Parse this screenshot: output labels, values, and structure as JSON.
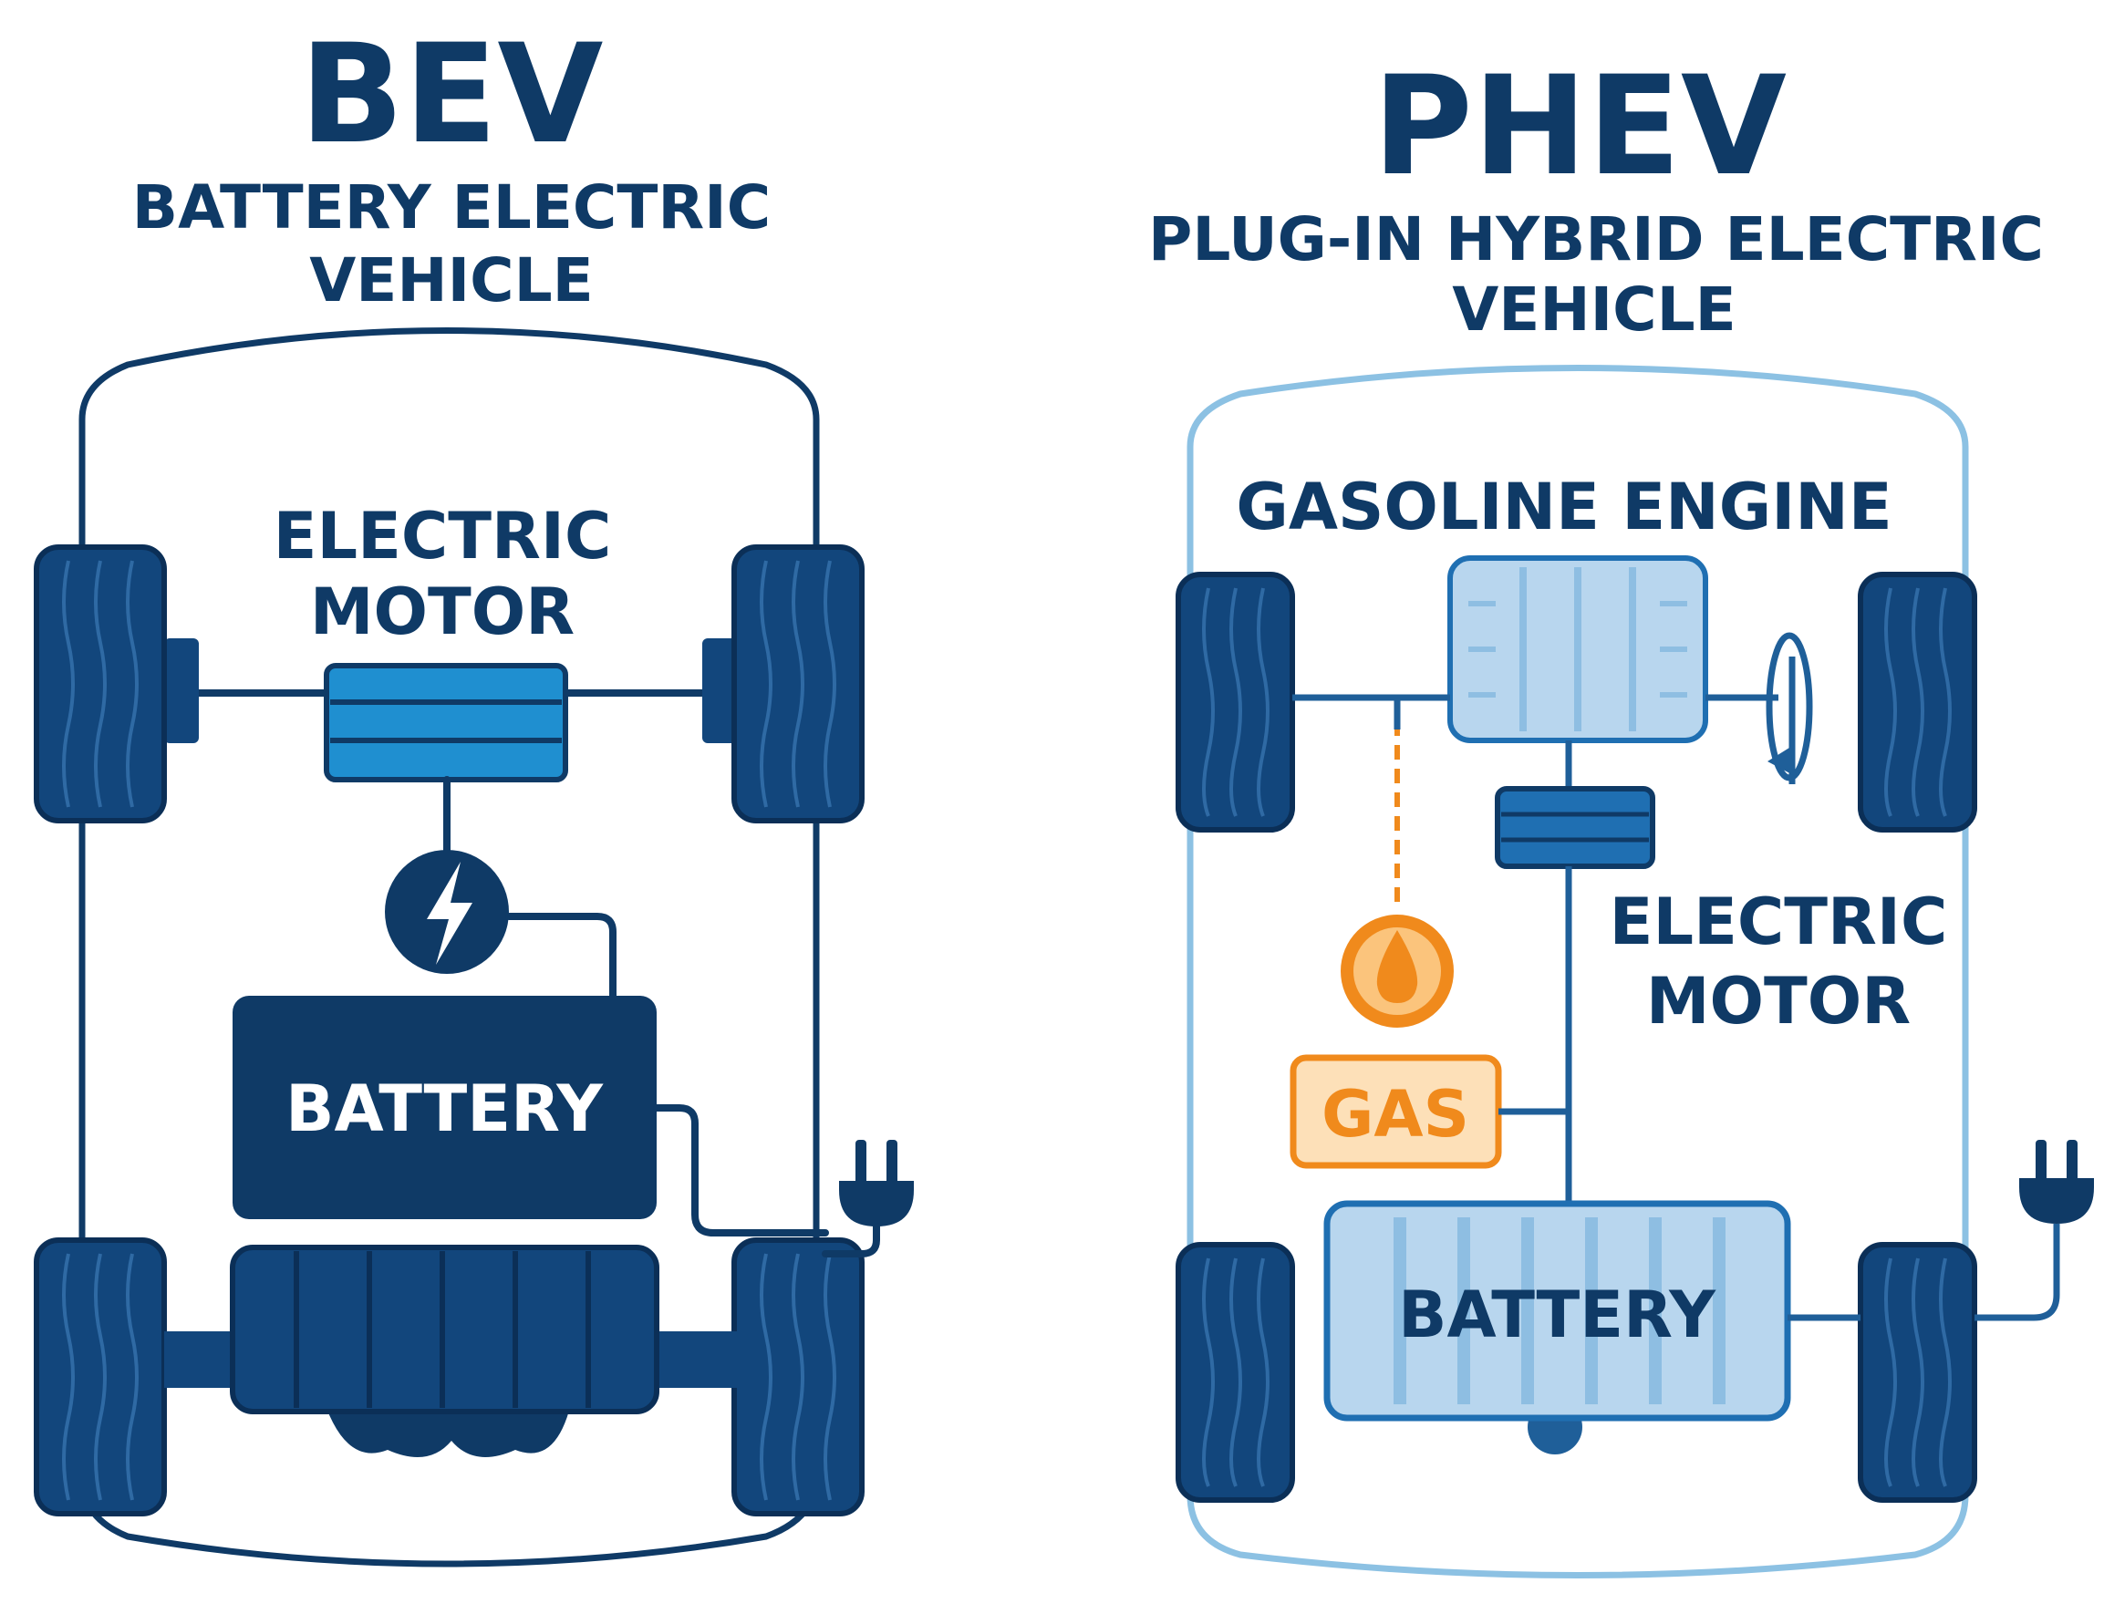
{
  "bev": {
    "title": "BEV",
    "subtitle_line1": "BATTERY ELECTRIC",
    "subtitle_line2": "VEHICLE",
    "motor_label_line1": "ELECTRIC",
    "motor_label_line2": "MOTOR",
    "battery_label": "BATTERY"
  },
  "phev": {
    "title": "PHEV",
    "subtitle_line1": "PLUG-IN HYBRID ELECTRIC",
    "subtitle_line2": "VEHICLE",
    "engine_label": "GASOLINE ENGINE",
    "motor_label_line1": "ELECTRIC",
    "motor_label_line2": "MOTOR",
    "gas_label": "GAS",
    "battery_label": "BATTERY"
  },
  "colors": {
    "navy": "#0f3a66",
    "blue": "#1f8fd0",
    "light_blue": "#b8d6ee",
    "frame_light": "#8cc1e3",
    "orange": "#f08a1c"
  },
  "icons": [
    "lightning-icon",
    "plug-icon",
    "fuel-drop-icon",
    "rotation-arrow-icon"
  ]
}
